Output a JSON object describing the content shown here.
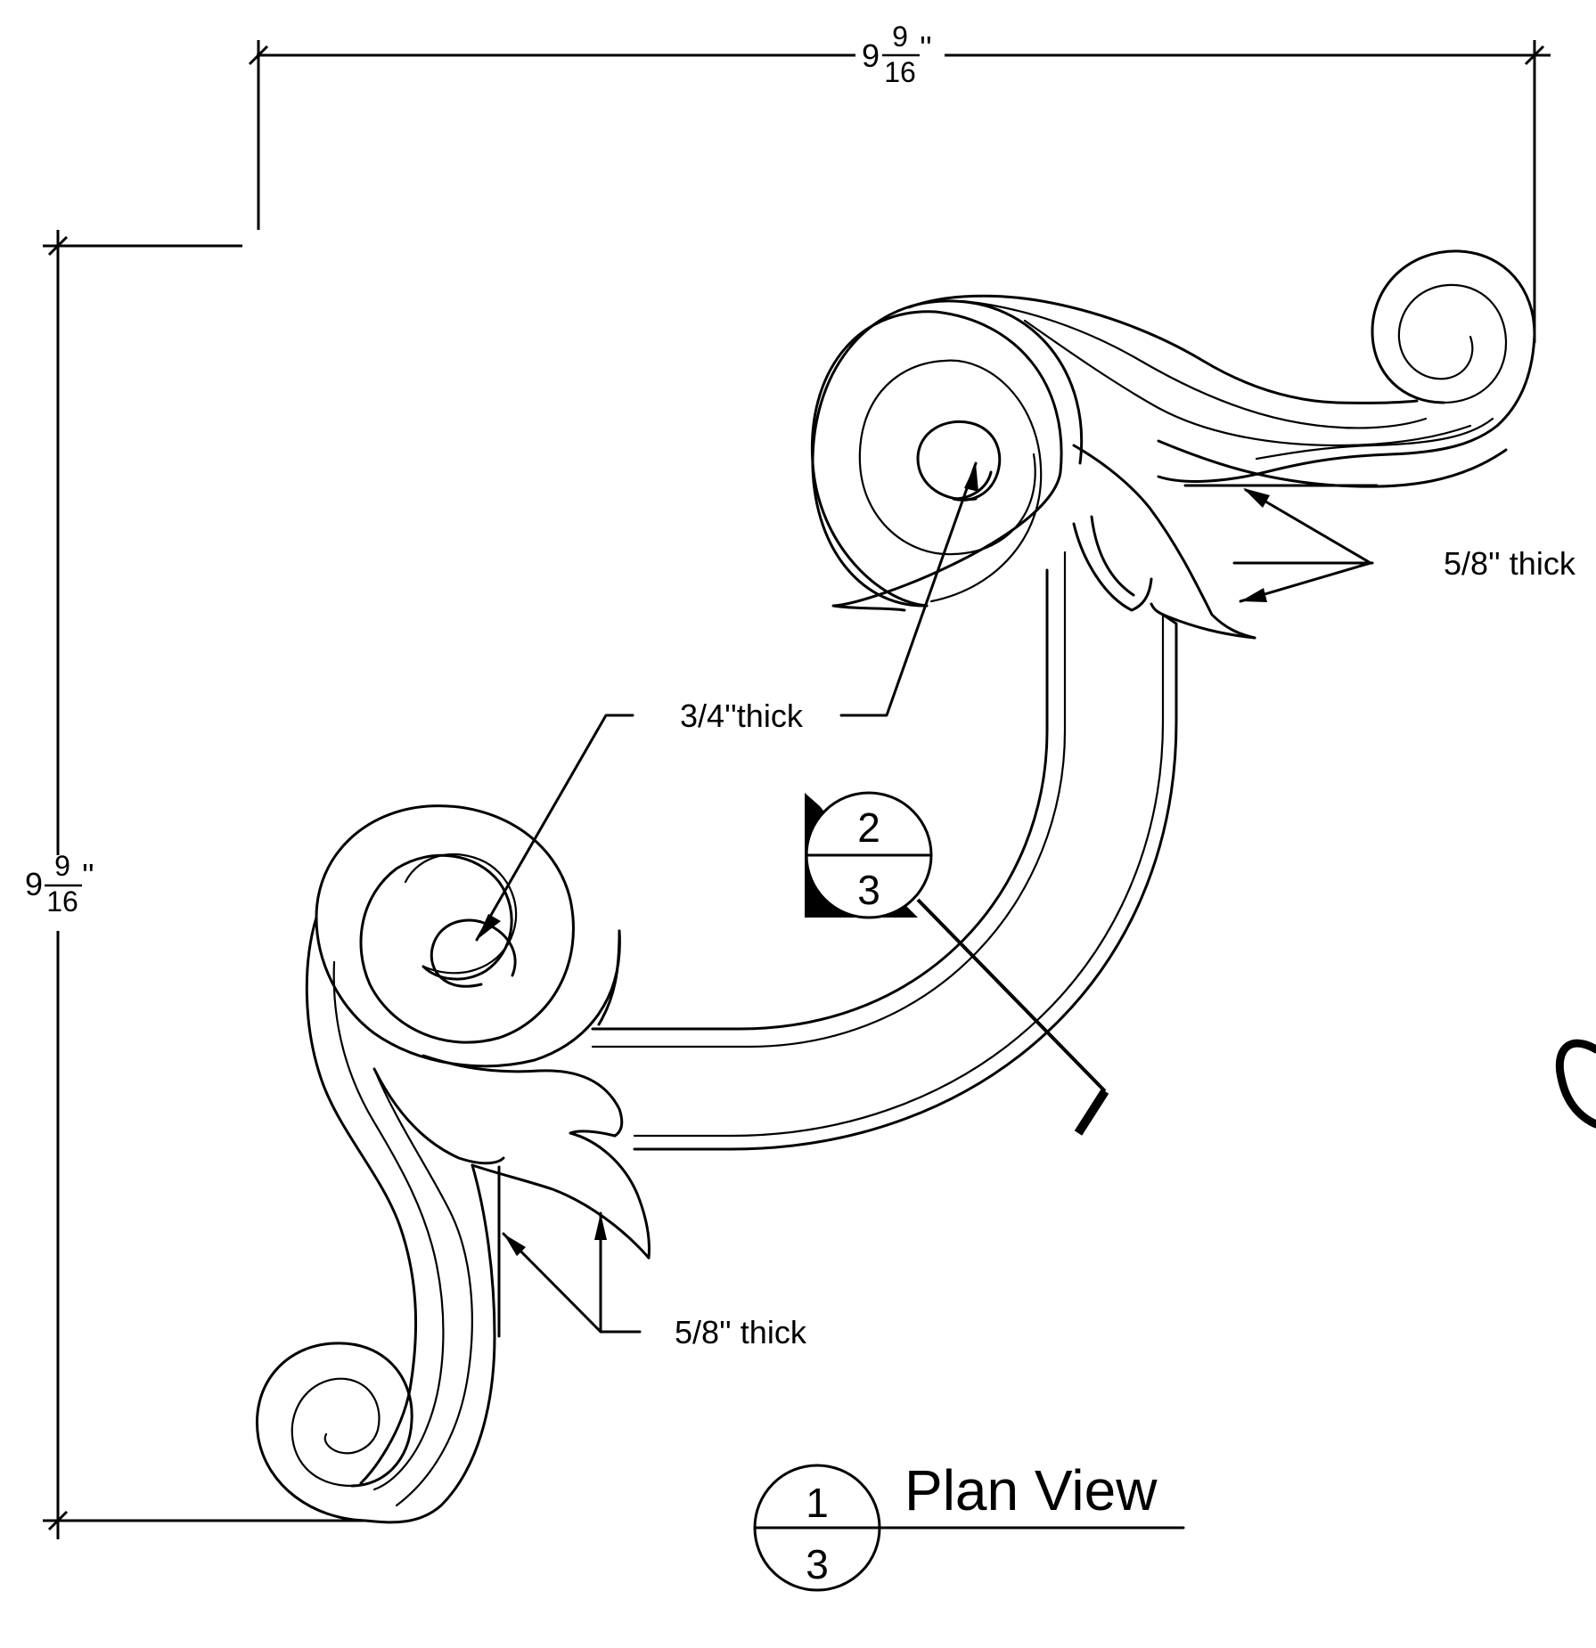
{
  "dimensions": {
    "width": {
      "whole": "9",
      "numerator": "9",
      "denominator": "16",
      "unit": "''"
    },
    "height": {
      "whole": "9",
      "numerator": "9",
      "denominator": "16",
      "unit": "''"
    }
  },
  "callouts": {
    "center_scroll": "3/4''thick",
    "upper_leaf": "5/8'' thick",
    "lower_leaf": "5/8'' thick"
  },
  "section_marker": {
    "top": "2",
    "bottom": "3"
  },
  "title_block": {
    "top": "1",
    "bottom": "3",
    "title": "Plan View"
  },
  "colors": {
    "ink": "#000000",
    "paper": "#ffffff"
  }
}
